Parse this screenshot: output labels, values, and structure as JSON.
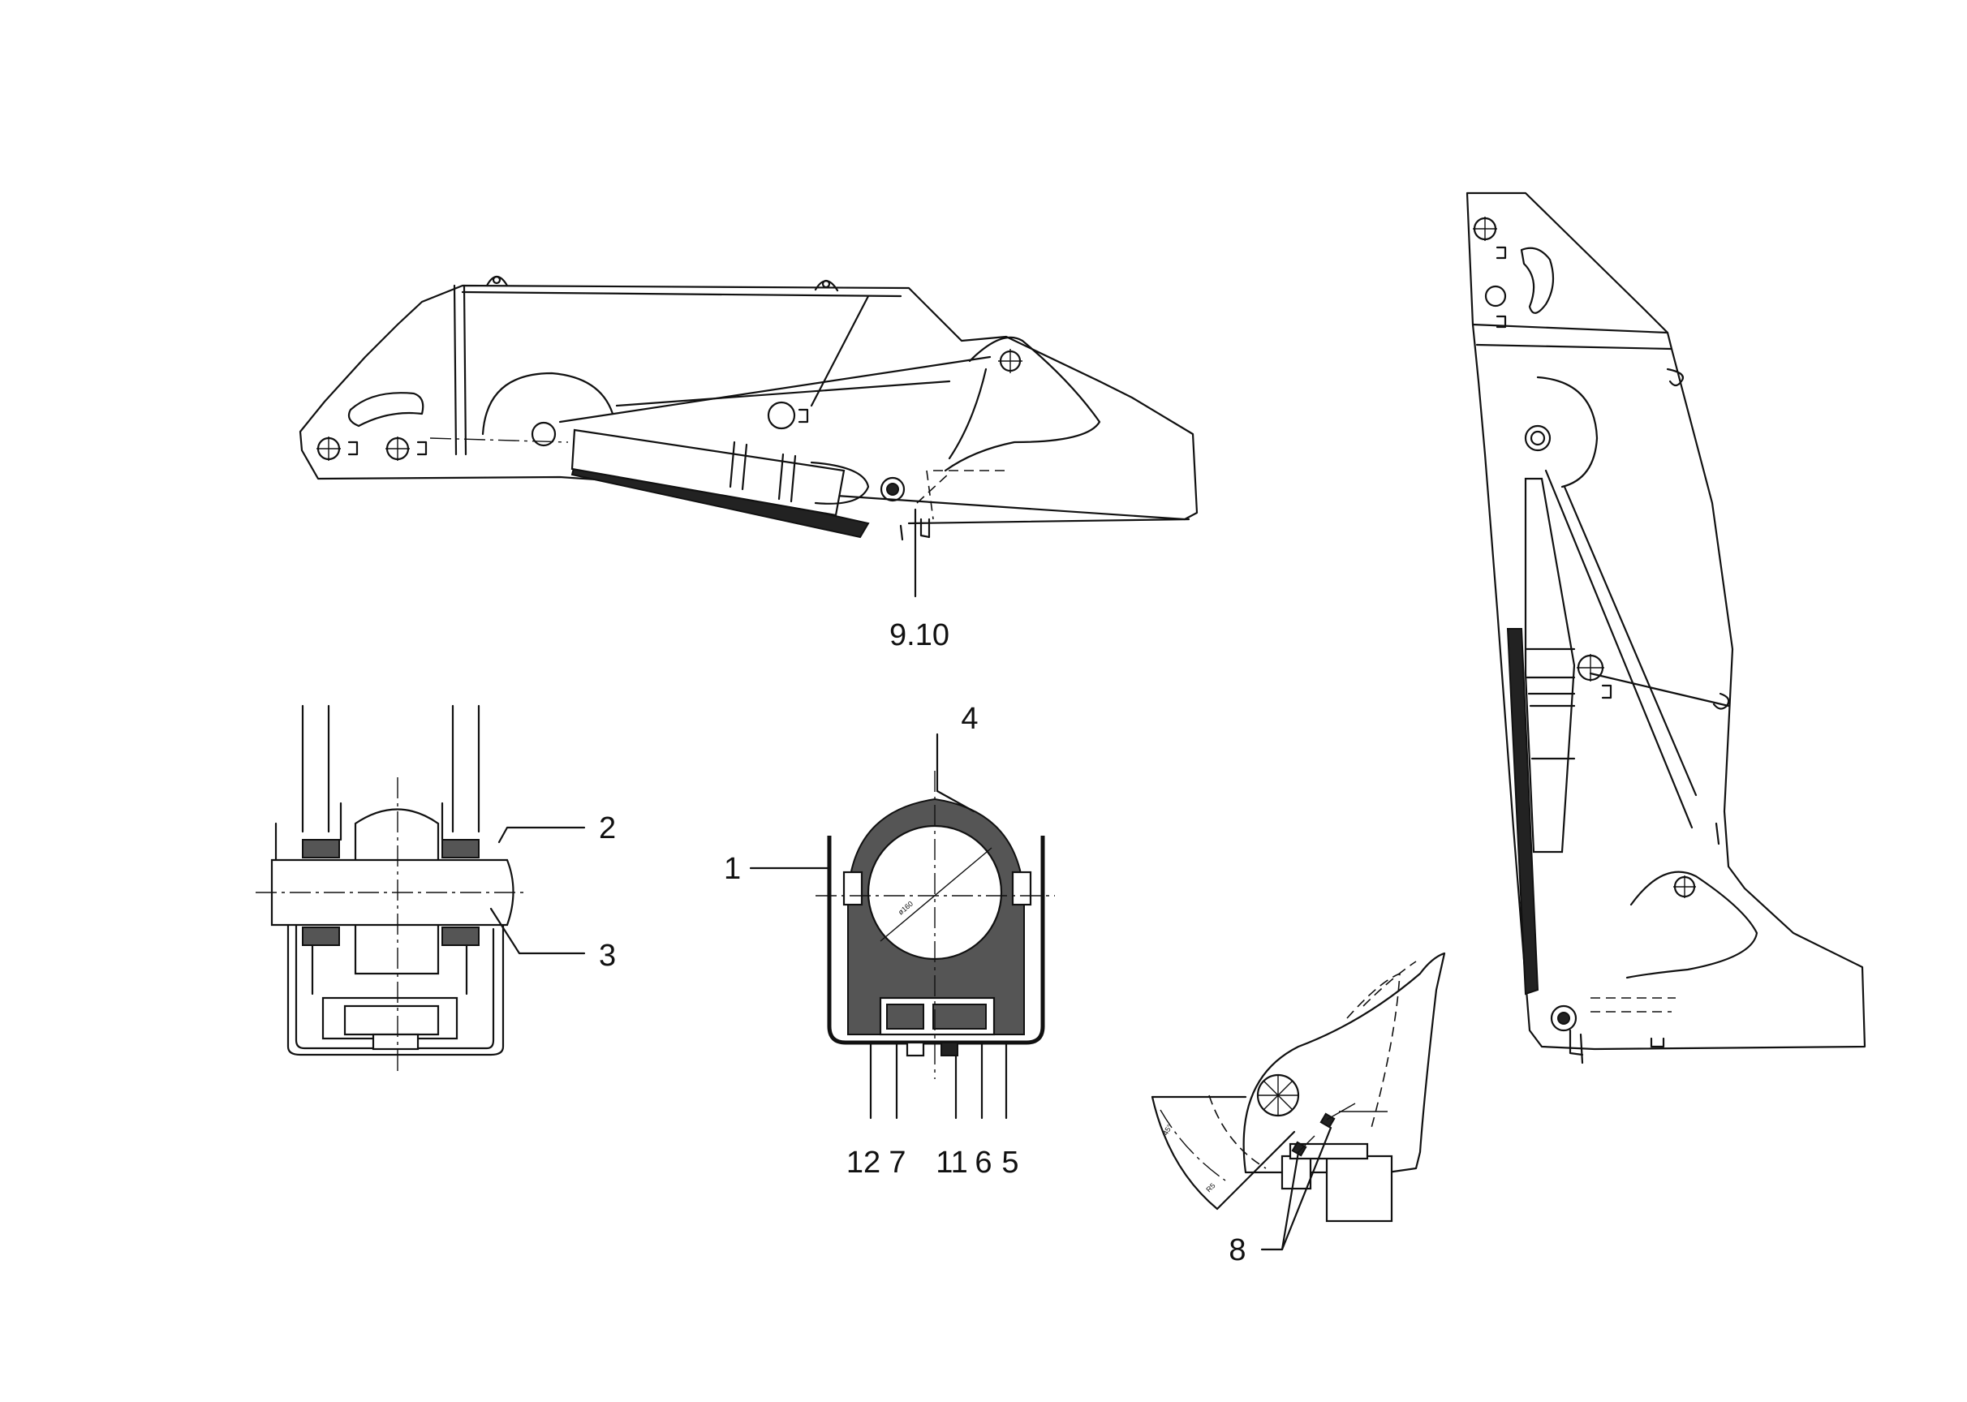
{
  "callouts": {
    "pivot_pins": "9.10",
    "item_1": "1",
    "item_2": "2",
    "item_3": "3",
    "item_4": "4",
    "item_5": "5",
    "item_6": "6",
    "item_7": "7",
    "item_8": "8",
    "item_11": "11",
    "item_12": "12"
  }
}
